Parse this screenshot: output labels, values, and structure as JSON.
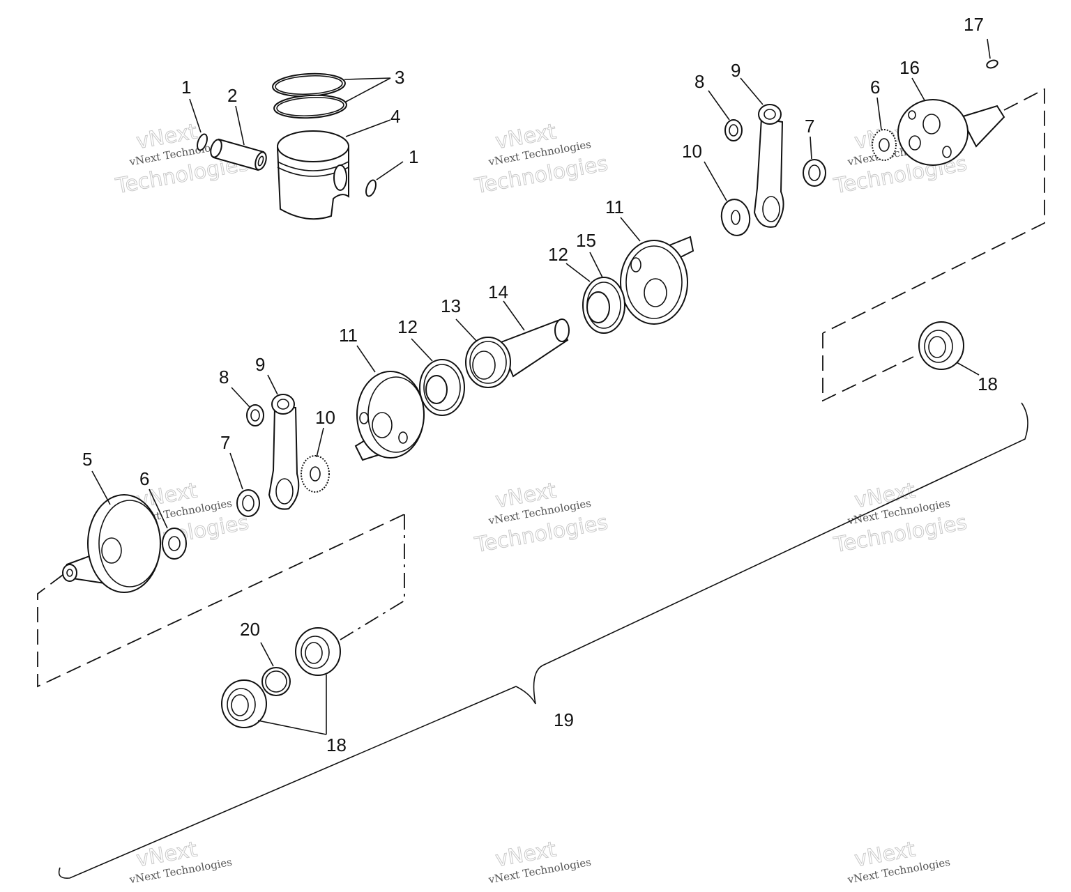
{
  "callouts": [
    {
      "id": "c1a",
      "text": "1"
    },
    {
      "id": "c1b",
      "text": "1"
    },
    {
      "id": "c2",
      "text": "2"
    },
    {
      "id": "c3",
      "text": "3"
    },
    {
      "id": "c4",
      "text": "4"
    },
    {
      "id": "c5",
      "text": "5"
    },
    {
      "id": "c6a",
      "text": "6"
    },
    {
      "id": "c6b",
      "text": "6"
    },
    {
      "id": "c7a",
      "text": "7"
    },
    {
      "id": "c7b",
      "text": "7"
    },
    {
      "id": "c8a",
      "text": "8"
    },
    {
      "id": "c8b",
      "text": "8"
    },
    {
      "id": "c9a",
      "text": "9"
    },
    {
      "id": "c9b",
      "text": "9"
    },
    {
      "id": "c10a",
      "text": "10"
    },
    {
      "id": "c10b",
      "text": "10"
    },
    {
      "id": "c11a",
      "text": "11"
    },
    {
      "id": "c11b",
      "text": "11"
    },
    {
      "id": "c12a",
      "text": "12"
    },
    {
      "id": "c12b",
      "text": "12"
    },
    {
      "id": "c13",
      "text": "13"
    },
    {
      "id": "c14",
      "text": "14"
    },
    {
      "id": "c15",
      "text": "15"
    },
    {
      "id": "c16",
      "text": "16"
    },
    {
      "id": "c17",
      "text": "17"
    },
    {
      "id": "c18a",
      "text": "18"
    },
    {
      "id": "c18b",
      "text": "18"
    },
    {
      "id": "c19",
      "text": "19"
    },
    {
      "id": "c20",
      "text": "20"
    }
  ],
  "watermark": {
    "brand": "vNext",
    "line": "vNext Technologies",
    "big": "Technologies"
  }
}
